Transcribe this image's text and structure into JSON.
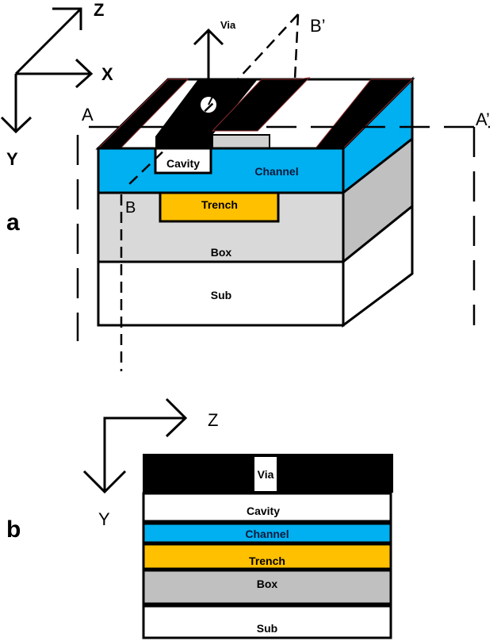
{
  "panel_a": {
    "panel_label": "a",
    "axes": {
      "z": "Z",
      "x": "X",
      "y": "Y"
    },
    "via_arrow_label": "Via",
    "section_lines": {
      "a_start": "A",
      "a_end": "A’",
      "b_start": "B",
      "b_end": "B’"
    },
    "layers": {
      "cavity": "Cavity",
      "channel": "Channel",
      "trench": "Trench",
      "box": "Box",
      "sub": "Sub"
    }
  },
  "panel_b": {
    "panel_label": "b",
    "axes": {
      "z": "Z",
      "y": "Y"
    },
    "layers": [
      {
        "name": "Via",
        "color": "#000000"
      },
      {
        "name": "Cavity",
        "color": "#ffffff"
      },
      {
        "name": "Channel",
        "color": "#00b0f0"
      },
      {
        "name": "Trench",
        "color": "#ffc000"
      },
      {
        "name": "Box",
        "color": "#c0c0c0"
      },
      {
        "name": "Sub",
        "color": "#ffffff"
      }
    ]
  },
  "colors": {
    "channel": "#00b0f0",
    "trench": "#ffc000",
    "box_front": "#d9d9d9",
    "box_side": "#c0c0c0",
    "metal": "#000000"
  }
}
